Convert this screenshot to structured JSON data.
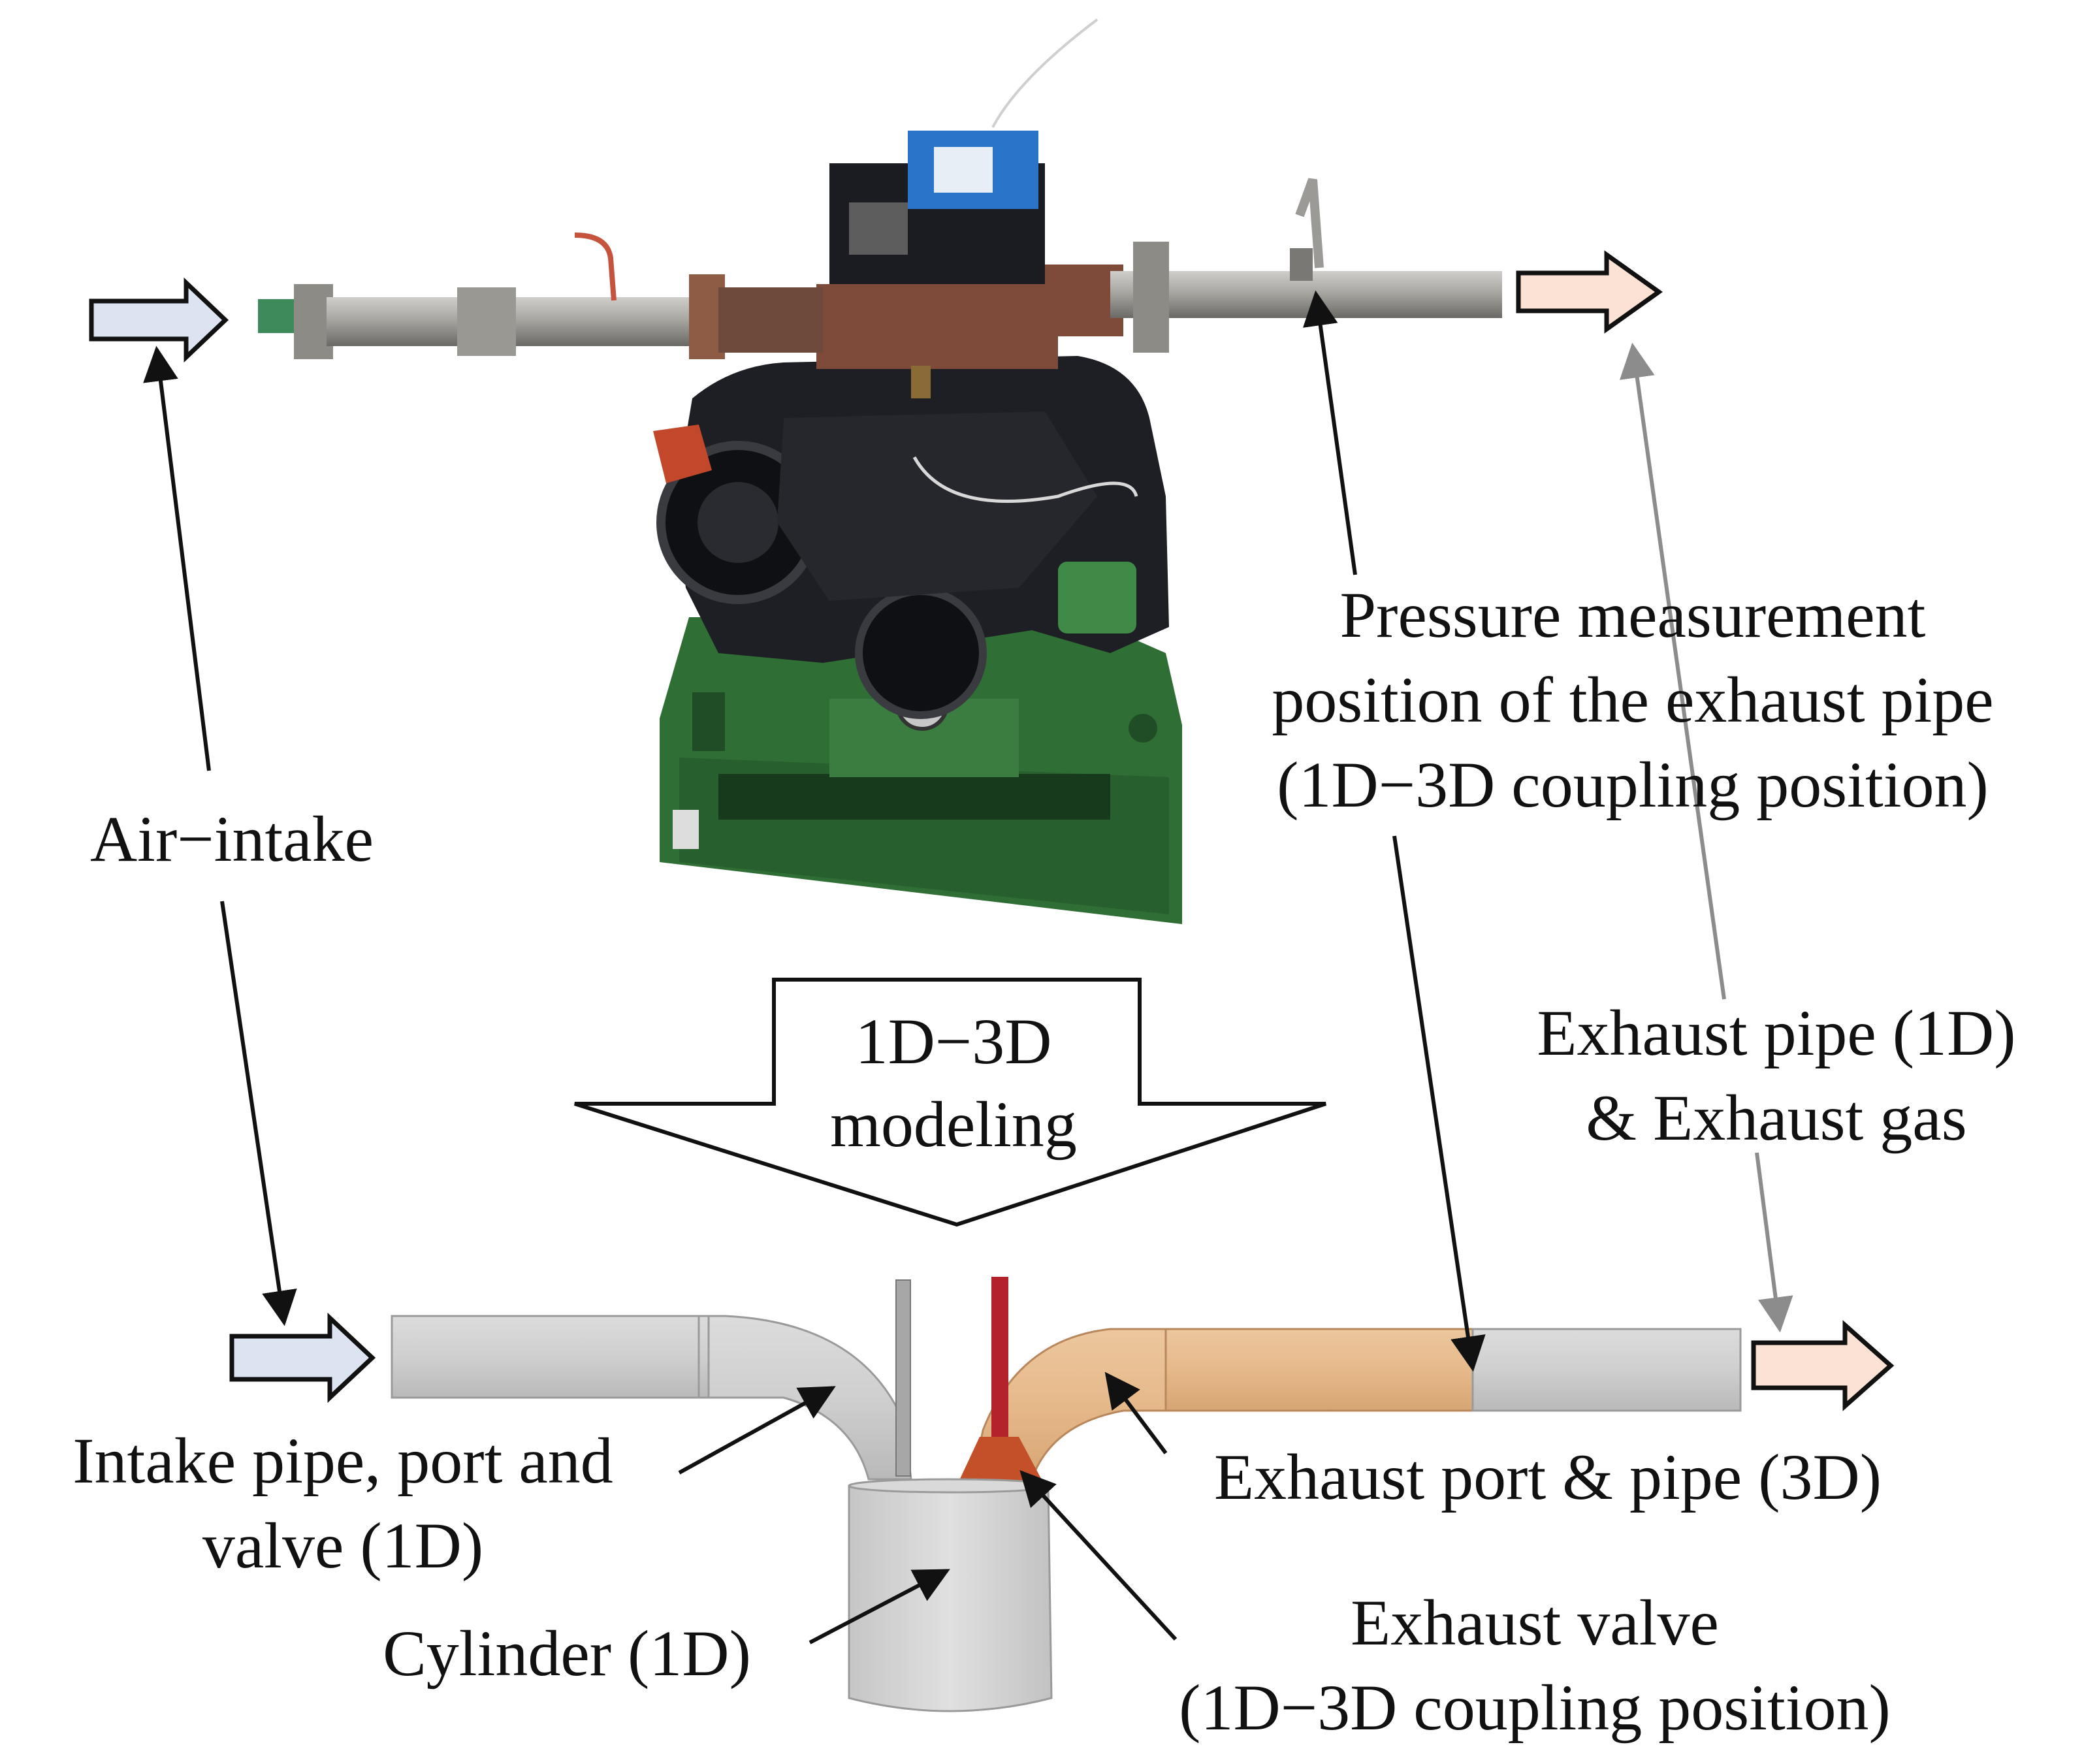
{
  "labels": {
    "air_intake": "Air−intake",
    "pressure_line1": "Pressure measurement",
    "pressure_line2": "position of the exhaust pipe",
    "pressure_line3": "(1D−3D coupling position)",
    "modeling_line1": "1D−3D",
    "modeling_line2": "modeling",
    "exhaust_pipe_line1": "Exhaust pipe (1D)",
    "exhaust_pipe_line2": "& Exhaust gas",
    "intake_line1": "Intake pipe, port and",
    "intake_line2": "valve (1D)",
    "exhaust_port": "Exhaust port & pipe (3D)",
    "cylinder": "Cylinder (1D)",
    "exhaust_valve_line1": "Exhaust valve",
    "exhaust_valve_line2": "(1D−3D coupling position)"
  },
  "colors": {
    "intake_arrow_fill": "#dce4f2",
    "exhaust_arrow_fill": "#fbe2d4",
    "engine_body": "#1e1f24",
    "engine_base": "#2f6e35",
    "engine_head": "#7e4b3a",
    "pipe_metal": "#a9a7a2",
    "model_gray": "#cfcfcf",
    "model_exhaust": "#e6b98a",
    "exhaust_valve": "#c0262c",
    "leader_black": "#111111",
    "leader_gray": "#8c8c8c"
  },
  "icons": {
    "engine_photo": "engine-test-bench-illustration",
    "model_render": "engine-1d-3d-model-render"
  }
}
